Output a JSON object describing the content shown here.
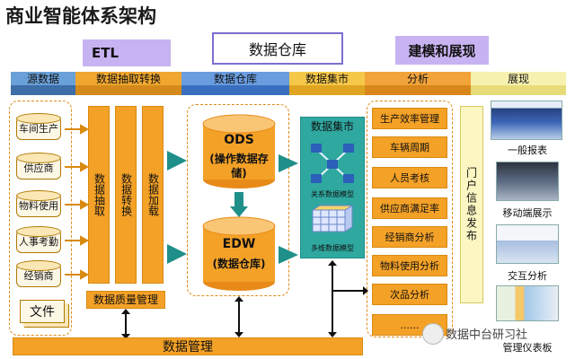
{
  "title": "商业智能体系架构",
  "headers": {
    "etl": "ETL",
    "dw": "数据仓库",
    "bi": "建模和展现"
  },
  "bands": [
    {
      "label": "源数据",
      "color": "#6aa0d8",
      "stripe": "#3d6ea8"
    },
    {
      "label": "数据抽取转换",
      "color": "#f0a730",
      "stripe": "#d48a1a"
    },
    {
      "label": "数据仓库",
      "color": "#6a9de0",
      "stripe": "#3a6fbf"
    },
    {
      "label": "数据集市",
      "color": "#f6c84a",
      "stripe": "#e0a520"
    },
    {
      "label": "分析",
      "color": "#f2a33a",
      "stripe": "#d8861a"
    },
    {
      "label": "展现",
      "color": "#f7f1b0",
      "stripe": "#e8dc7a"
    }
  ],
  "sources": [
    "车间生产",
    "供应商",
    "物料使用",
    "人事考勤",
    "经销商"
  ],
  "file_label": "文件",
  "etl_cols": [
    "数据抽取",
    "数据转换",
    "数据加载"
  ],
  "quality": "数据质量管理",
  "ods": {
    "title": "ODS",
    "sub": "(操作数据存储)"
  },
  "edw": {
    "title": "EDW",
    "sub": "(数据仓库)"
  },
  "mart": {
    "title": "数据集市",
    "rel": "关系数据模型",
    "multi": "多维数据模型"
  },
  "analysis": [
    "生产效率管理",
    "车辆周期",
    "人员考核",
    "供应商满足率",
    "经销商分析",
    "物料使用分析",
    "次品分析",
    "......"
  ],
  "portal": "门户信息发布",
  "display": [
    "一般报表",
    "移动端展示",
    "交互分析",
    "管理仪表板"
  ],
  "data_mgmt": "数据管理",
  "watermark": "数据中台研习社",
  "colors": {
    "teal": "#1f8f8a",
    "orange": "#f4a127",
    "purple": "#c8b3f2"
  }
}
